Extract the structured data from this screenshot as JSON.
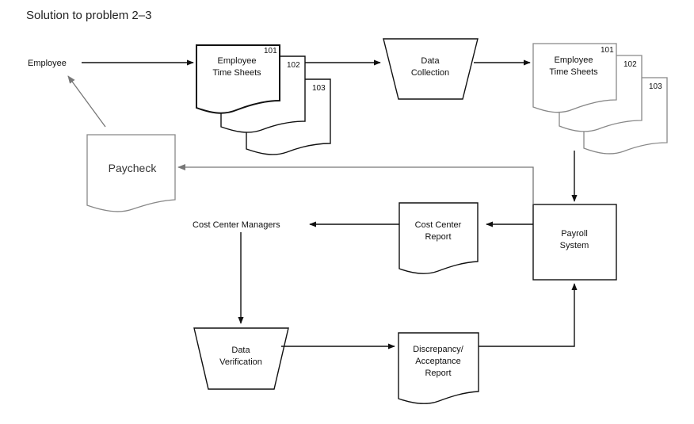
{
  "title": "Solution to problem 2–3",
  "nodes": {
    "employee": "Employee",
    "time_sheets_a": {
      "line1": "Employee",
      "line2": "Time Sheets",
      "nums": [
        "101",
        "102",
        "103"
      ]
    },
    "data_collection": {
      "line1": "Data",
      "line2": "Collection"
    },
    "time_sheets_b": {
      "line1": "Employee",
      "line2": "Time Sheets",
      "nums": [
        "101",
        "102",
        "103"
      ]
    },
    "paycheck": "Paycheck",
    "cost_center_managers": "Cost Center Managers",
    "cost_center_report": {
      "line1": "Cost Center",
      "line2": "Report"
    },
    "payroll_system": {
      "line1": "Payroll",
      "line2": "System"
    },
    "data_verification": {
      "line1": "Data",
      "line2": "Verification"
    },
    "discrepancy_report": {
      "line1": "Discrepancy/",
      "line2": "Acceptance",
      "line3": "Report"
    }
  }
}
